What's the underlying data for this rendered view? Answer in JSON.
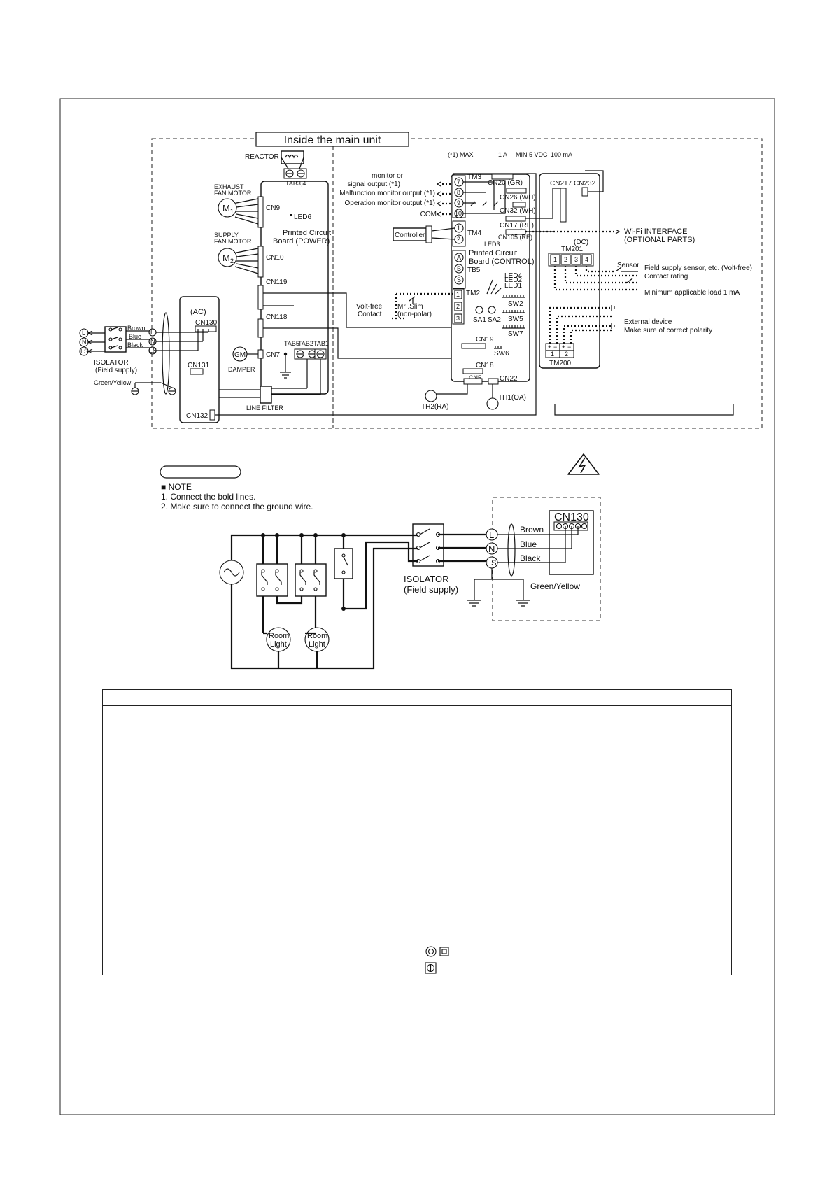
{
  "diagram": {
    "main_unit_title": "Inside the main unit",
    "reactor": "REACTOR",
    "tab34": "TAB3,4",
    "exhaust_motor": [
      "EXHAUST",
      "FAN MOTOR"
    ],
    "supply_motor": [
      "SUPPLY",
      "FAN MOTOR"
    ],
    "m1": "M",
    "m1_sub": "1",
    "m2": "M",
    "m2_sub": "2",
    "cn9": "CN9",
    "led6": "LED6",
    "pcb_power": [
      "Printed Circuit",
      "Board (POWER)"
    ],
    "cn10": "CN10",
    "cn119": "CN119",
    "cn118": "CN118",
    "cn7": "CN7",
    "gm": "GM",
    "damper": "DAMPER",
    "tab5": "TAB5",
    "tab2": "TAB2",
    "tab1": "TAB1",
    "line_filter": "LINE FILTER",
    "ac": "(AC)",
    "cn130": "CN130",
    "cn131": "CN131",
    "cn132": "CN132",
    "brown": "Brown",
    "blue": "Blue",
    "black": "Black",
    "green_yellow": "Green/Yellow",
    "isolator": [
      "ISOLATOR",
      "(Field supply)"
    ],
    "l": "L",
    "n": "N",
    "ls": "LS",
    "max_note": "(*1) MAX",
    "rating_a": "1 A",
    "rating_min": "MIN  5 VDC",
    "rating_ma": "100 mA",
    "monitor_or": "monitor or",
    "signal_output": "signal output (*1)",
    "malfunction_output": "Malfunction monitor output (*1)",
    "operation_output": "Operation monitor output (*1)",
    "com": "COM",
    "controller": "Controller",
    "tm3": "TM3",
    "tm4": "TM4",
    "cn20": "CN20 (GR)",
    "cn26": "CN26 (WH)",
    "cn32": "CN32 (WH)",
    "cn17": "CN17 (RE)",
    "cn105": "CN105 (RE)",
    "led3": "LED3",
    "pcb_control": [
      "Printed Circuit",
      "Board (CONTROL)"
    ],
    "tb5": "TB5",
    "tm2": "TM2",
    "led4": "LED4",
    "led2": "LED2",
    "led1": "LED1",
    "sw2": "SW2",
    "sw5": "SW5",
    "sw7": "SW7",
    "sw6": "SW6",
    "sa1": "SA1",
    "sa2": "SA2",
    "volt_free": [
      "Volt-free",
      "Contact"
    ],
    "mr_slim": [
      "Mr .Slim",
      "(non-polar)"
    ],
    "cn19": "CN19",
    "cn18": "CN18",
    "cn5": "CN5",
    "cn22": "CN22",
    "th2": "TH2(RA)",
    "th1": "TH1(OA)",
    "t7": "7",
    "t8": "8",
    "t9": "9",
    "t10": "10",
    "t1": "1",
    "t2": "2",
    "ta": "A",
    "tbb": "B",
    "ts": "S",
    "tm2_1": "1",
    "tm2_2": "2",
    "tm2_3": "3",
    "cn217": "CN217",
    "cn232": "CN232",
    "dc": "(DC)",
    "wifi": [
      "Wi-Fi INTERFACE",
      "(OPTIONAL PARTS)"
    ],
    "tm201": "TM201",
    "tm201_terms": [
      "1",
      "2",
      "3",
      "4"
    ],
    "sensor": "Sensor",
    "field_sensor": "Field supply sensor, etc. (Volt-free)",
    "contact_rating": "Contact rating",
    "min_load": "Minimum applicable load 1 mA",
    "external_device": "External device",
    "polarity": "Make sure of correct polarity",
    "tm200": "TM200",
    "tm200_terms": [
      "1",
      "2"
    ],
    "tm200_pm": [
      "+",
      "−",
      "+",
      "−"
    ]
  },
  "note": {
    "heading": "■ NOTE",
    "items": [
      "1. Connect the bold lines.",
      "2. Make sure to connect the ground wire."
    ]
  },
  "wiring": {
    "cn130": "CN130",
    "l": "L",
    "n": "N",
    "ls": "LS",
    "brown": "Brown",
    "blue": "Blue",
    "black": "Black",
    "green_yellow": "Green/Yellow",
    "isolator": [
      "ISOLATOR",
      "(Field supply)"
    ],
    "room_light": [
      "Room",
      "Light"
    ]
  }
}
